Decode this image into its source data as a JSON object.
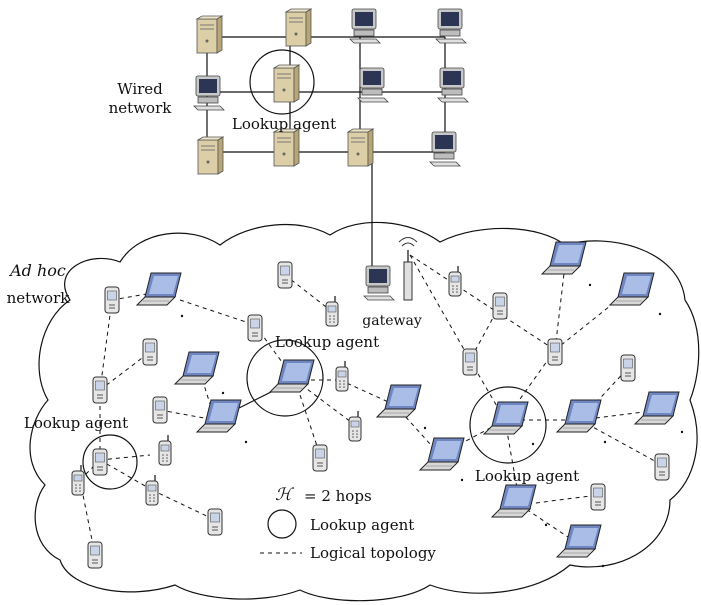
{
  "labels": {
    "wired_network_line1": "Wired",
    "wired_network_line2": "network",
    "ad_hoc_line1": "Ad hoc",
    "ad_hoc_line2": "network",
    "lookup_agent": "Lookup agent",
    "gateway": "gateway"
  },
  "legend": {
    "h_symbol": "ℋ",
    "h_text": "= 2 hops",
    "circle_label": "Lookup agent",
    "line_label": "Logical topology"
  },
  "colors": {
    "line": "#111111",
    "server_body": "#dccfa8",
    "server_shade": "#b9a676",
    "monitor_body": "#c8c8c8",
    "screen": "#3a4a78",
    "laptop_screen": "#8fa6d6",
    "phone_body": "#e6e6e6"
  }
}
